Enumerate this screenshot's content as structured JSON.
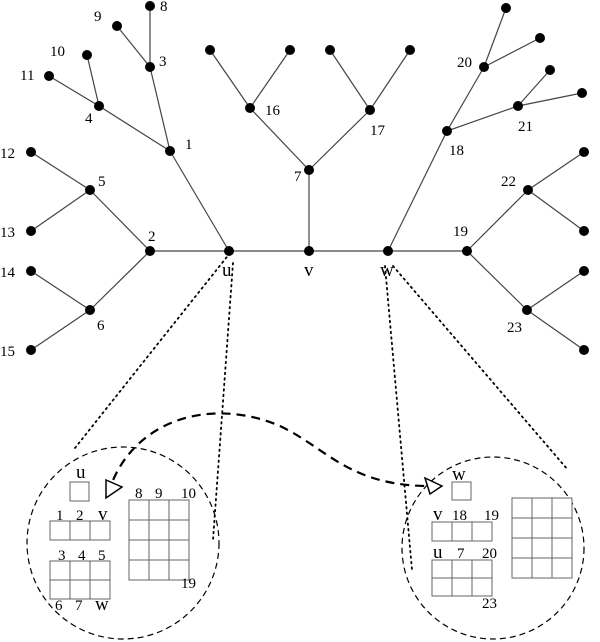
{
  "diagram": {
    "tree": {
      "nodes": [
        {
          "id": "u",
          "label": "u"
        },
        {
          "id": "v",
          "label": "v"
        },
        {
          "id": "w",
          "label": "w"
        },
        {
          "id": "1",
          "label": "1"
        },
        {
          "id": "2",
          "label": "2"
        },
        {
          "id": "3",
          "label": "3"
        },
        {
          "id": "4",
          "label": "4"
        },
        {
          "id": "5",
          "label": "5"
        },
        {
          "id": "6",
          "label": "6"
        },
        {
          "id": "7",
          "label": "7"
        },
        {
          "id": "8",
          "label": "8"
        },
        {
          "id": "9",
          "label": "9"
        },
        {
          "id": "10",
          "label": "10"
        },
        {
          "id": "11",
          "label": "11"
        },
        {
          "id": "12",
          "label": "12"
        },
        {
          "id": "13",
          "label": "13"
        },
        {
          "id": "14",
          "label": "14"
        },
        {
          "id": "15",
          "label": "15"
        },
        {
          "id": "16",
          "label": "16"
        },
        {
          "id": "17",
          "label": "17"
        },
        {
          "id": "18",
          "label": "18"
        },
        {
          "id": "19",
          "label": "19"
        },
        {
          "id": "20",
          "label": "20"
        },
        {
          "id": "21",
          "label": "21"
        },
        {
          "id": "22",
          "label": "22"
        },
        {
          "id": "23",
          "label": "23"
        },
        {
          "id": "l16a",
          "label": ""
        },
        {
          "id": "l16b",
          "label": ""
        },
        {
          "id": "l17a",
          "label": ""
        },
        {
          "id": "l17b",
          "label": ""
        },
        {
          "id": "l20a",
          "label": ""
        },
        {
          "id": "l20b",
          "label": ""
        },
        {
          "id": "l21a",
          "label": ""
        },
        {
          "id": "l21b",
          "label": ""
        },
        {
          "id": "l22a",
          "label": ""
        },
        {
          "id": "l22b",
          "label": ""
        },
        {
          "id": "l23a",
          "label": ""
        },
        {
          "id": "l23b",
          "label": ""
        }
      ],
      "edges": [
        [
          "u",
          "v"
        ],
        [
          "v",
          "w"
        ],
        [
          "u",
          "2"
        ],
        [
          "u",
          "1"
        ],
        [
          "v",
          "7"
        ],
        [
          "w",
          "18"
        ],
        [
          "w",
          "19"
        ],
        [
          "1",
          "3"
        ],
        [
          "1",
          "4"
        ],
        [
          "3",
          "8"
        ],
        [
          "3",
          "9"
        ],
        [
          "4",
          "10"
        ],
        [
          "4",
          "11"
        ],
        [
          "2",
          "5"
        ],
        [
          "2",
          "6"
        ],
        [
          "5",
          "12"
        ],
        [
          "5",
          "13"
        ],
        [
          "6",
          "14"
        ],
        [
          "6",
          "15"
        ],
        [
          "7",
          "16"
        ],
        [
          "7",
          "17"
        ],
        [
          "16",
          "l16a"
        ],
        [
          "16",
          "l16b"
        ],
        [
          "17",
          "l17a"
        ],
        [
          "17",
          "l17b"
        ],
        [
          "18",
          "20"
        ],
        [
          "18",
          "21"
        ],
        [
          "20",
          "l20a"
        ],
        [
          "20",
          "l20b"
        ],
        [
          "21",
          "l21a"
        ],
        [
          "21",
          "l21b"
        ],
        [
          "19",
          "22"
        ],
        [
          "19",
          "23"
        ],
        [
          "22",
          "l22a"
        ],
        [
          "22",
          "l22b"
        ],
        [
          "23",
          "l23a"
        ],
        [
          "23",
          "l23b"
        ]
      ]
    },
    "left_zoom": {
      "top_label": "u",
      "row1": [
        "1",
        "2",
        "v"
      ],
      "grid_top": [
        "8",
        "9",
        "10"
      ],
      "grid_bottom": "19",
      "row2_top": [
        "3",
        "4",
        "5"
      ],
      "row2_bottom": [
        "6",
        "7",
        "w"
      ]
    },
    "right_zoom": {
      "top_label": "w",
      "row1": [
        "v",
        "18",
        "19"
      ],
      "row2_top": [
        "u",
        "7",
        "20"
      ],
      "row2_bottom": "23"
    }
  }
}
